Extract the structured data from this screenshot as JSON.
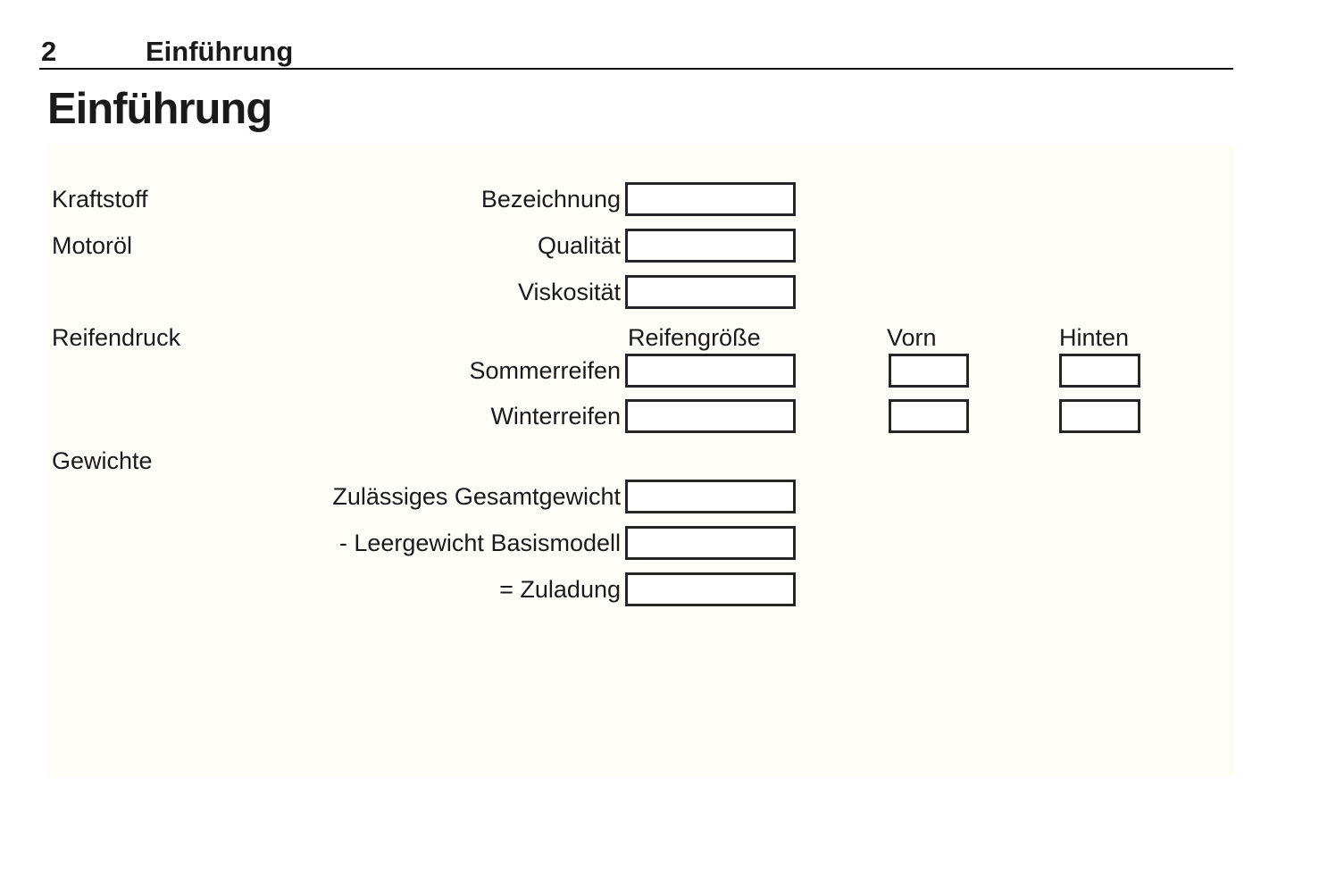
{
  "header": {
    "page_number": "2",
    "chapter": "Einführung"
  },
  "title": "Einführung",
  "form": {
    "sections": {
      "kraftstoff": "Kraftstoff",
      "motoroel": "Motoröl",
      "reifendruck": "Reifendruck",
      "gewichte": "Gewichte"
    },
    "tire_columns": {
      "reifengroesse": "Reifengröße",
      "vorn": "Vorn",
      "hinten": "Hinten"
    },
    "fields": {
      "bezeichnung": {
        "label": "Bezeichnung",
        "value": ""
      },
      "qualitaet": {
        "label": "Qualität",
        "value": ""
      },
      "viskositaet": {
        "label": "Viskosität",
        "value": ""
      },
      "sommerreifen": {
        "label": "Sommerreifen",
        "reifengroesse": "",
        "vorn": "",
        "hinten": ""
      },
      "winterreifen": {
        "label": "Winterreifen",
        "reifengroesse": "",
        "vorn": "",
        "hinten": ""
      },
      "gesamtgewicht": {
        "label": "Zulässiges Gesamtgewicht",
        "value": ""
      },
      "leergewicht": {
        "label": "- Leergewicht Basismodell",
        "value": ""
      },
      "zuladung": {
        "label": "= Zuladung",
        "value": ""
      }
    },
    "colors": {
      "text": "#1a1a1a",
      "box_border": "#262626",
      "panel_background": "#fffdf8"
    }
  }
}
